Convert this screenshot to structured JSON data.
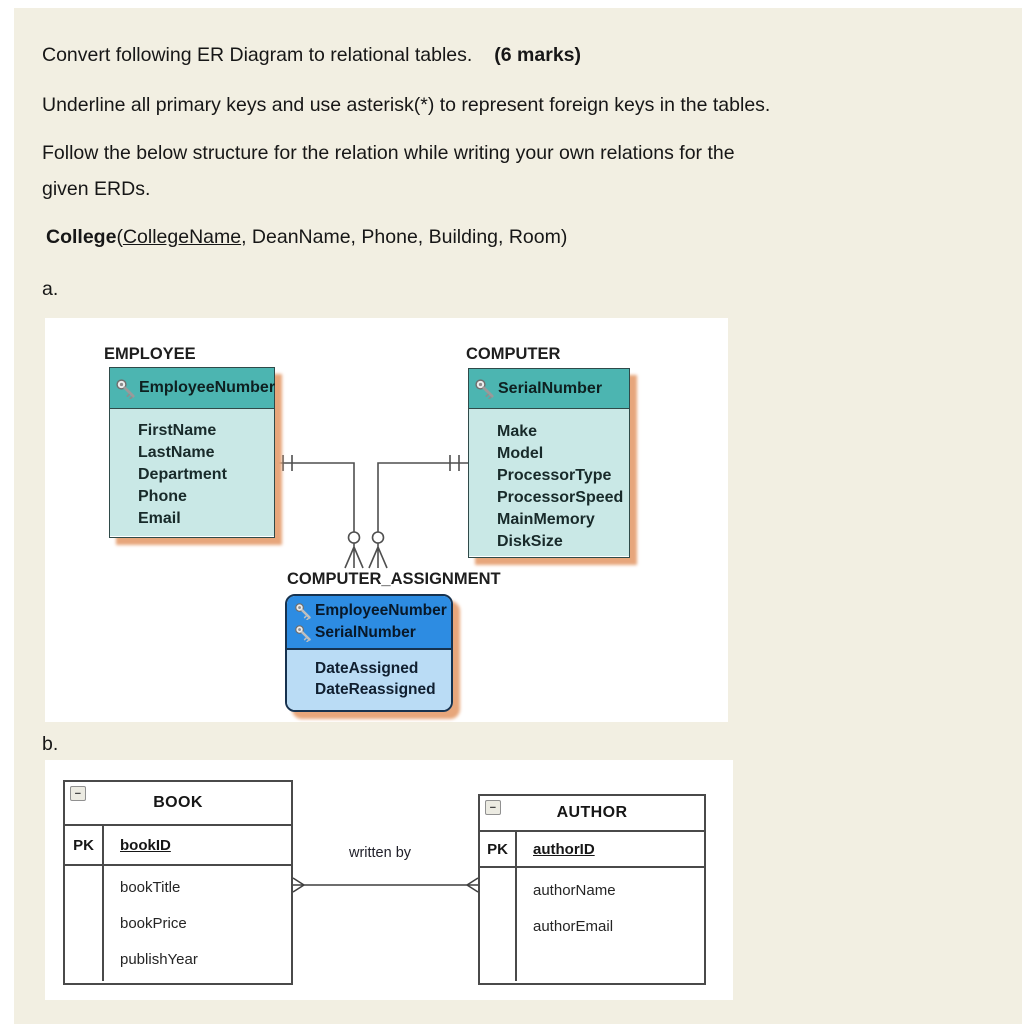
{
  "colors": {
    "page_background": "#f2efe2",
    "panel_background": "#ffffff",
    "entity_header_teal": "#4cb5b1",
    "entity_body_teal": "#c9e8e6",
    "entity_header_blue": "#2d8ce2",
    "entity_body_blue": "#badcf5",
    "entity_shadow": "#e7a67b",
    "text": "#171717"
  },
  "question": {
    "line1": "Convert following ER Diagram to relational tables.",
    "marks": "(6 marks)",
    "line2": "Underline all primary keys and use asterisk(*) to represent foreign keys in the tables.",
    "line3a": "Follow the below structure for the relation while writing your own relations for the",
    "line3b": "given ERDs.",
    "example_relation_name": "College",
    "example_open_paren": "(",
    "example_primary_key": "CollegeName",
    "example_rest": ", DeanName, Phone, Building, Room)",
    "item_a_label": "a.",
    "item_b_label": "b."
  },
  "diagram_a": {
    "employee": {
      "title": "EMPLOYEE",
      "primary_key": "EmployeeNumber",
      "attributes": [
        "FirstName",
        "LastName",
        "Department",
        "Phone",
        "Email"
      ]
    },
    "computer": {
      "title": "COMPUTER",
      "primary_key": "SerialNumber",
      "attributes": [
        "Make",
        "Model",
        "ProcessorType",
        "ProcessorSpeed",
        "MainMemory",
        "DiskSize"
      ]
    },
    "computer_assignment": {
      "title": "COMPUTER_ASSIGNMENT",
      "primary_keys": [
        "EmployeeNumber",
        "SerialNumber"
      ],
      "attributes": [
        "DateAssigned",
        "DateReassigned"
      ]
    },
    "cardinality": {
      "employee_end": "one-and-only-one (||)",
      "computer_end": "one-and-only-one (||)",
      "assignment_ends": "zero-or-many (circle + crow's foot)"
    }
  },
  "diagram_b": {
    "book": {
      "title": "BOOK",
      "pk_label": "PK",
      "primary_key": "bookID",
      "attributes": [
        "bookTitle",
        "bookPrice",
        "publishYear"
      ],
      "collapse_icon": "−"
    },
    "author": {
      "title": "AUTHOR",
      "pk_label": "PK",
      "primary_key": "authorID",
      "attributes": [
        "authorName",
        "authorEmail"
      ],
      "collapse_icon": "−"
    },
    "relationship_label": "written by",
    "cardinality": "many-to-many (crow's feet at both ends)"
  }
}
